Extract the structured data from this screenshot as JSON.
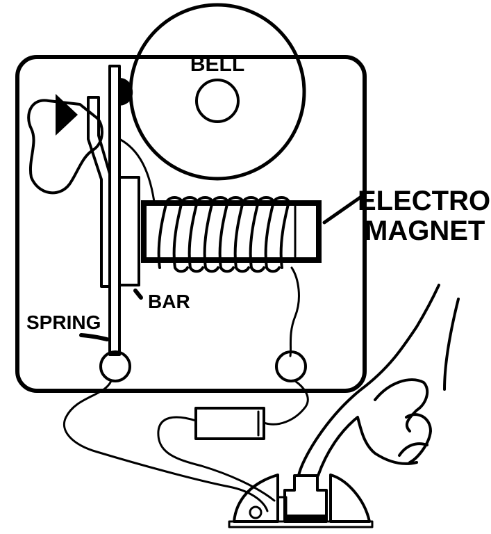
{
  "diagram": {
    "subject": "Electric bell circuit",
    "labels": {
      "bell": "BELL",
      "electromagnet_line1": "ELECTRO-",
      "electromagnet_line2": "MAGNET",
      "bar": "BAR",
      "spring": "SPRING"
    },
    "colors": {
      "ink": "#000000",
      "paper": "#ffffff"
    }
  }
}
